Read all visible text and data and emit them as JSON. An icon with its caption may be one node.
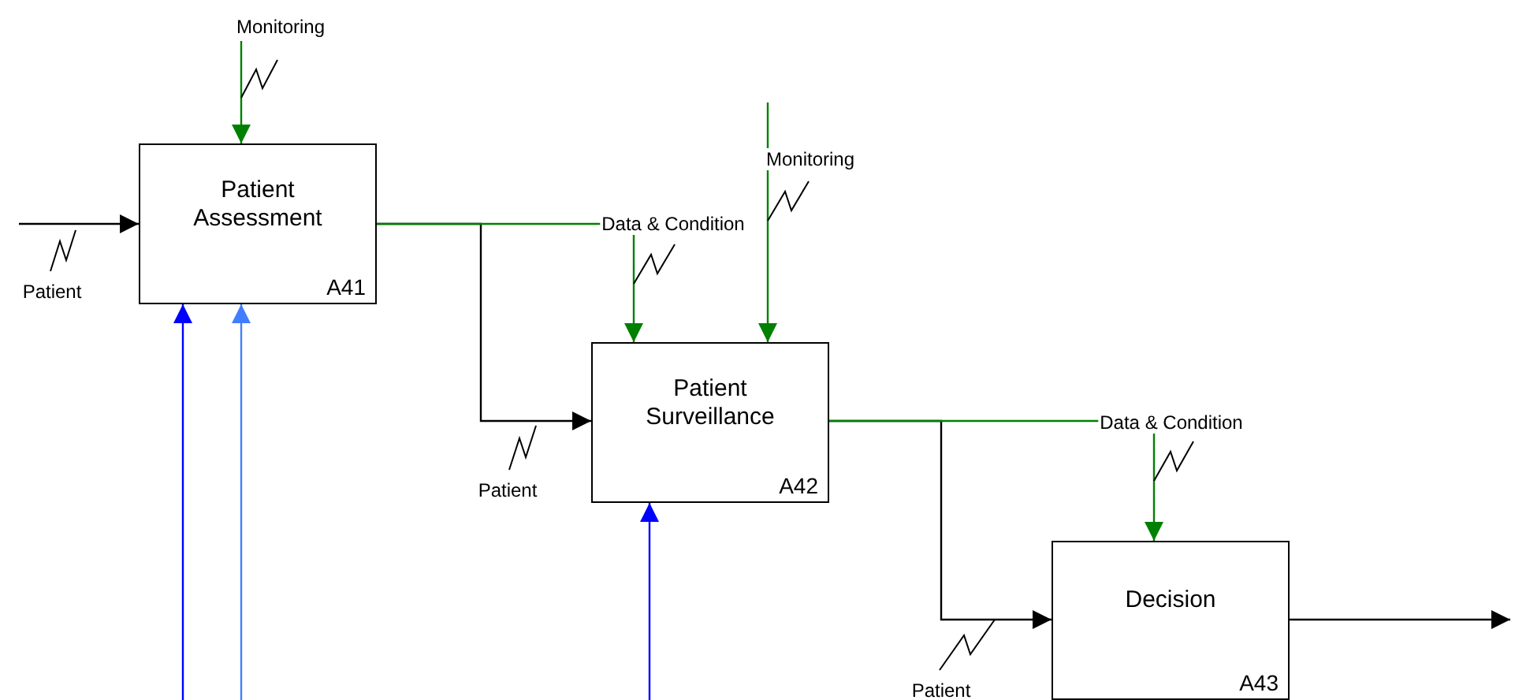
{
  "diagram": {
    "nodes": [
      {
        "text": [
          "Patient Assessment",
          "A41"
        ]
      },
      {
        "text": [
          "Patient Surveillance",
          "A42"
        ]
      },
      {
        "text": [
          "Decision",
          "A43"
        ]
      }
    ],
    "edges": [
      {
        "from": null,
        "to": 0,
        "arrow": "to",
        "label": "Patient"
      },
      {
        "from": null,
        "to": 0,
        "arrow": "to",
        "label": "Monitoring",
        "color": "#008000"
      },
      {
        "from": null,
        "to": 0,
        "arrow": "to",
        "color": "#0000ff"
      },
      {
        "from": null,
        "to": 0,
        "arrow": "to",
        "color": "#3f7fff"
      },
      {
        "from": 0,
        "to": 1,
        "arrow": "to",
        "label": "Patient"
      },
      {
        "from": 0,
        "to": 1,
        "arrow": "to",
        "label": "Data & Condition",
        "color": "#008000"
      },
      {
        "from": null,
        "to": 1,
        "arrow": "to",
        "label": "Monitoring",
        "color": "#008000"
      },
      {
        "from": null,
        "to": 1,
        "arrow": "to",
        "color": "#0000ff"
      },
      {
        "from": 1,
        "to": 2,
        "arrow": "to",
        "label": "Patient"
      },
      {
        "from": 1,
        "to": 2,
        "arrow": "to",
        "label": "Data & Condition",
        "color": "#008000"
      },
      {
        "from": 2,
        "to": null,
        "arrow": "to"
      }
    ]
  }
}
